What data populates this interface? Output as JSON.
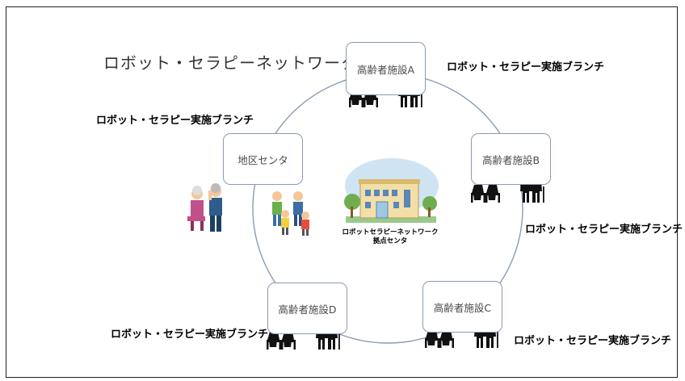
{
  "title": "ロボット・セラピーネットワーク",
  "hub": {
    "line1": "ロボットセラピーネットワーク",
    "line2": "拠点センタ"
  },
  "nodes": {
    "district_center": "地区センタ",
    "facility_a": "高齢者施設A",
    "facility_b": "高齢者施設B",
    "facility_c": "高齢者施設C",
    "facility_d": "高齢者施設D"
  },
  "branch_label": "ロボット・セラピー実施ブランチ",
  "colors": {
    "ring": "#8a9cb2",
    "node_border": "#8a9cb2",
    "frame": "#222222"
  }
}
